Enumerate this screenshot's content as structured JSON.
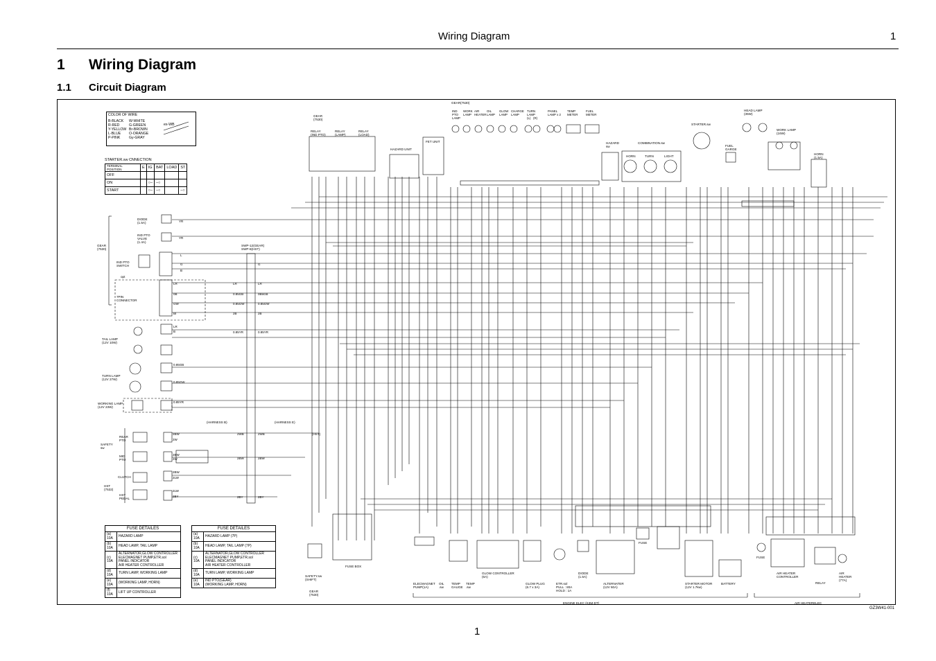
{
  "header": {
    "title": "Wiring Diagram",
    "page_ref": "1"
  },
  "heading1": {
    "num": "1",
    "text": "Wiring Diagram"
  },
  "heading2": {
    "num": "1.1",
    "text": "Circuit Diagram"
  },
  "figure_code": "GZ3W41-001",
  "page_number": "1",
  "color_of_wire": {
    "title": "COLOR OF WIRE",
    "col1": "B-BLACK\nR-RED\nY-YELLOW\nL-BLUE\nP-PINK",
    "col2": "W-WHITE\nG-GREEN\nBr-BROWN\nO-ORANGE\nGy-GRAY",
    "example": "ex-WB"
  },
  "starter_connection": {
    "title": "STARTER.sw CNNECTION",
    "terminal": "TERMINAL",
    "position": "POSITION",
    "cols": [
      "E",
      "IG",
      "BAT",
      "LOAD",
      "ST"
    ],
    "rows": [
      "OFF",
      "ON",
      "START"
    ]
  },
  "fuse_details_1": {
    "title": "FUSE DETAILES",
    "rows": [
      {
        "id": "(a)\n10A",
        "text": "HAZARD LAMP"
      },
      {
        "id": "(b)\n10A",
        "text": "HEAD LAMP, TAIL LAMP"
      },
      {
        "id": "(c)\n10A",
        "text": "ALTERNATOR,GLOW CONTROLLER\nELECMAGNET PUMP,ETR.sol\nPANEL INDICATOR\nAIR HEATER CONTROLLER"
      },
      {
        "id": "(d)\n10A",
        "text": "TURN LAMP, WORKING LAMP"
      },
      {
        "id": "(e)\n10A",
        "text": "(WORKING LAMP, HORN)"
      },
      {
        "id": "(f)\n10A",
        "text": "LIFT UP CONTROLLER"
      }
    ]
  },
  "fuse_details_2": {
    "title": "FUSE DETAILES",
    "rows": [
      {
        "id": "(a)\n10A",
        "text": "HAZARD LAMP (7P)"
      },
      {
        "id": "(b)\n10A",
        "text": "HEAD LAMP, TAIL LAMP (7P)"
      },
      {
        "id": "(c)\n10A",
        "text": "ALTERNATOR,GLOW CONTROLLER\nELECMAGNET PUMP,ETR.sol\nPANEL INDICATOR\nAIR HEATER CONTROLLER"
      },
      {
        "id": "(d)\n10A",
        "text": "TURN LAMP, WORKING LAMP"
      },
      {
        "id": "(e)\n10A",
        "text": "IND PTO(GEAR)\n(WORKING LAMP, HORN)"
      }
    ]
  },
  "labels": {
    "diode": "DIODE\n(1.5A)",
    "ind_pto_valve": "IND PTO\nVALVE\n(1.4A)",
    "gear_7530": "GEAR\n(7530)",
    "ind_pto_switch": "IND PTO\nSWITCH",
    "opt": "opt",
    "pin_connector": "7PIN\nCONNECTOR",
    "tail_lamp": "TAIL LAMP\n(12V 10W)",
    "turn_lamp": "TURN LAMP\n(12V 27W)",
    "working_lamp": "WORKING LAMP\n(12V 23W)",
    "safety_sw": "SAFETY\nsw",
    "hst": "HST\n(7532)",
    "rear_pto": "REAR\nPTO",
    "mid_pto": "MID\nPTO",
    "clutch": "CLUTCH",
    "hst_pedal": "HST\nPEDAL",
    "harness_b": "(HARNESS B)",
    "harness_e": "(HARNESS E)",
    "hst_tag": "(HST)",
    "swp12": "SWP-12(GEAR)\nSWP-8(HST)",
    "relay_ind_pto": "RELAY\n(IND PTO)",
    "relay_lamp": "RELAY\n(LAMP)",
    "relay_load": "RELAY\n(LOAD)",
    "gear_top": "GEAR\n(7530)",
    "hazard_unit": "HAZARD UNIT",
    "fet_unit": "FET UNIT",
    "gear_7530_top": "GEAR(7530)",
    "ind_lamps": [
      "IND\nPTO\nLAMP",
      "WORK\nLAMP",
      "AIR\nHEATER",
      "OIL\nLAMP",
      "GLOW\nLAMP",
      "CHARGE\nLAMP",
      "TURN\nLAMP\n(L)   (R)",
      "PANEL\nLAMP x 2",
      "TEMP\nMETER",
      "FUEL\nMETER"
    ],
    "hazard_sw": "HAZARD\nsw",
    "combination_sw": "COMBINATION.sw",
    "horn_sw": "HORN",
    "turn_sw": "TURN",
    "light_sw": "LIGHT",
    "starter_sw": "STARTER.sw",
    "fuel_gauge": "FUEL\nGARGE",
    "head_lamp": "HEAD LAMP\n(35W)",
    "work_lamp": "WORK LAMP\n(16W)",
    "horn": "HORN\n(1.5A)",
    "fuse_box": "FUSE BOX",
    "safety_sw_bottom": "SAFETY.sw\n(SHIFT)",
    "gear_bottom": "GEAR\n(7530)",
    "elec_pump": "ELECMAGNET\nPUMP(1A)",
    "oil_sw": "OIL\n.sw",
    "temp_gauge": "TEMP\nGAUGE",
    "temp_sw": "TEMP\n.sw",
    "glow_controller": "GLOW CONTROLLER\n(6A)",
    "glow_plug": "GLOW PLUG\n(6.7 x 3A)",
    "etr_sol": "ETR.sol\nPULL : 80A\nHOLD : 1A",
    "diode_b": "DIODE\n(1.5A)",
    "alternator": "ALTERNATER\n(12V 60A)",
    "fuse": "FUSE",
    "starter_motor": "STARTER MOTOR\n(12V 1.7kw)",
    "battery": "BATTERY",
    "fuse_r": "FUSE",
    "air_heater_controller": "AIR HEATER\nCONTROLLER",
    "relay": "RELAY",
    "air_heater": "AIR\nHEATER\n(77A)",
    "engine_elec": "ENGINE ELEC (K3M-DT)",
    "air_heater_elec": "AIR HEATERELEC"
  }
}
